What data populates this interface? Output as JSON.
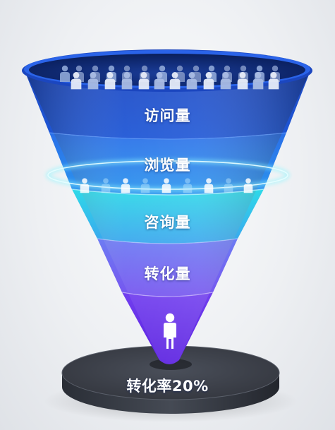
{
  "funnel": {
    "stages": [
      {
        "label": "访问量",
        "color": "#1d4fd8"
      },
      {
        "label": "浏览量",
        "color": "#2f7cf0"
      },
      {
        "label": "咨询量",
        "color": "#22c4e0"
      },
      {
        "label": "转化量",
        "color": "#6a63f0"
      }
    ],
    "result_label": "转化率20%",
    "icons": [
      "people-crowd-icon",
      "people-row-icon",
      "person-icon"
    ]
  }
}
